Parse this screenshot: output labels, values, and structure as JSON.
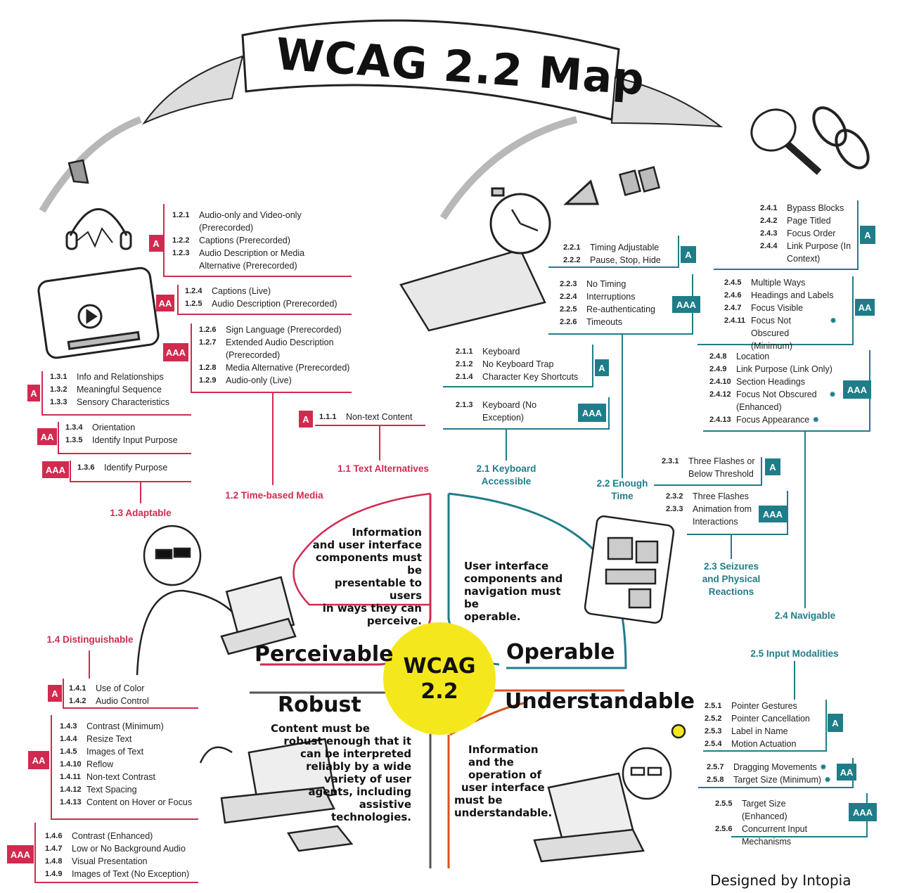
{
  "title": "WCAG 2.2 Map",
  "center": {
    "line1": "WCAG",
    "line2": "2.2"
  },
  "credit": "Designed by Intopia",
  "colors": {
    "perceivable": "#d22a4f",
    "operable": "#1f7d89",
    "understandable": "#d7531e",
    "robust": "#555555",
    "center": "#f4e81c"
  },
  "quadrants": {
    "perceivable": {
      "title": "Perceivable",
      "text": [
        "Information",
        "and user interface",
        "components must be",
        "presentable to users",
        "in ways they can",
        "perceive."
      ]
    },
    "operable": {
      "title": "Operable",
      "text": [
        "User interface",
        "components and",
        "navigation must be",
        "operable."
      ]
    },
    "robust": {
      "title": "Robust",
      "text": [
        "Content must be",
        "robust enough that it",
        "can be interpreted",
        "reliably by a wide",
        "variety of user",
        "agents, including",
        "assistive",
        "technologies."
      ]
    },
    "understandable": {
      "title": "Understandable",
      "text": [
        "Information",
        "and the",
        "operation of",
        "user interface",
        "must be",
        "understandable."
      ]
    }
  },
  "categories": {
    "c11": "1.1 Text Alternatives",
    "c12": "1.2 Time-based Media",
    "c13": "1.3 Adaptable",
    "c14": "1.4 Distinguishable",
    "c21": [
      "2.1 Keyboard",
      "Accessible"
    ],
    "c22": [
      "2.2 Enough",
      "Time"
    ],
    "c23": [
      "2.3 Seizures",
      "and Physical",
      "Reactions"
    ],
    "c24": "2.4 Navigable",
    "c25": "2.5 Input Modalities"
  },
  "groups": {
    "g121": {
      "level": "A",
      "items": [
        {
          "code": "1.2.1",
          "label": "Audio-only and Video-only (Prerecorded)"
        },
        {
          "code": "1.2.2",
          "label": "Captions (Prerecorded)"
        },
        {
          "code": "1.2.3",
          "label": "Audio Description or Media Alternative (Prerecorded)"
        }
      ]
    },
    "g124": {
      "level": "AA",
      "items": [
        {
          "code": "1.2.4",
          "label": "Captions (Live)"
        },
        {
          "code": "1.2.5",
          "label": "Audio Description (Prerecorded)"
        }
      ]
    },
    "g126": {
      "level": "AAA",
      "items": [
        {
          "code": "1.2.6",
          "label": "Sign Language (Prerecorded)"
        },
        {
          "code": "1.2.7",
          "label": "Extended Audio Description (Prerecorded)"
        },
        {
          "code": "1.2.8",
          "label": "Media Alternative (Prerecorded)"
        },
        {
          "code": "1.2.9",
          "label": "Audio-only (Live)"
        }
      ]
    },
    "g131": {
      "level": "A",
      "items": [
        {
          "code": "1.3.1",
          "label": "Info and Relationships"
        },
        {
          "code": "1.3.2",
          "label": "Meaningful Sequence"
        },
        {
          "code": "1.3.3",
          "label": "Sensory Characteristics"
        }
      ]
    },
    "g134": {
      "level": "AA",
      "items": [
        {
          "code": "1.3.4",
          "label": "Orientation"
        },
        {
          "code": "1.3.5",
          "label": "Identify Input Purpose"
        }
      ]
    },
    "g136": {
      "level": "AAA",
      "items": [
        {
          "code": "1.3.6",
          "label": "Identify Purpose"
        }
      ]
    },
    "g111": {
      "level": "A",
      "items": [
        {
          "code": "1.1.1",
          "label": "Non-text Content"
        }
      ]
    },
    "g141": {
      "level": "A",
      "items": [
        {
          "code": "1.4.1",
          "label": "Use of Color"
        },
        {
          "code": "1.4.2",
          "label": "Audio Control"
        }
      ]
    },
    "g143": {
      "level": "AA",
      "items": [
        {
          "code": "1.4.3",
          "label": "Contrast (Minimum)"
        },
        {
          "code": "1.4.4",
          "label": "Resize Text"
        },
        {
          "code": "1.4.5",
          "label": "Images of Text"
        },
        {
          "code": "1.4.10",
          "label": "Reflow"
        },
        {
          "code": "1.4.11",
          "label": "Non-text Contrast"
        },
        {
          "code": "1.4.12",
          "label": "Text Spacing"
        },
        {
          "code": "1.4.13",
          "label": "Content on Hover or Focus"
        }
      ]
    },
    "g146": {
      "level": "AAA",
      "items": [
        {
          "code": "1.4.6",
          "label": "Contrast (Enhanced)"
        },
        {
          "code": "1.4.7",
          "label": "Low or No Background Audio"
        },
        {
          "code": "1.4.8",
          "label": "Visual Presentation"
        },
        {
          "code": "1.4.9",
          "label": "Images of Text (No Exception)"
        }
      ]
    },
    "g211": {
      "level": "A",
      "items": [
        {
          "code": "2.1.1",
          "label": "Keyboard"
        },
        {
          "code": "2.1.2",
          "label": "No Keyboard Trap"
        },
        {
          "code": "2.1.4",
          "label": "Character Key Shortcuts"
        }
      ]
    },
    "g213": {
      "level": "AAA",
      "items": [
        {
          "code": "2.1.3",
          "label": "Keyboard (No Exception)"
        }
      ]
    },
    "g221": {
      "level": "A",
      "items": [
        {
          "code": "2.2.1",
          "label": "Timing Adjustable"
        },
        {
          "code": "2.2.2",
          "label": "Pause, Stop, Hide"
        }
      ]
    },
    "g223": {
      "level": "AAA",
      "items": [
        {
          "code": "2.2.3",
          "label": "No Timing"
        },
        {
          "code": "2.2.4",
          "label": "Interruptions"
        },
        {
          "code": "2.2.5",
          "label": "Re-authenticating"
        },
        {
          "code": "2.2.6",
          "label": "Timeouts"
        }
      ]
    },
    "g231": {
      "level": "A",
      "items": [
        {
          "code": "2.3.1",
          "label": "Three Flashes or Below Threshold"
        }
      ]
    },
    "g232": {
      "level": "AAA",
      "items": [
        {
          "code": "2.3.2",
          "label": "Three Flashes"
        },
        {
          "code": "2.3.3",
          "label": "Animation from Interactions"
        }
      ]
    },
    "g241": {
      "level": "A",
      "items": [
        {
          "code": "2.4.1",
          "label": "Bypass Blocks"
        },
        {
          "code": "2.4.2",
          "label": "Page Titled"
        },
        {
          "code": "2.4.3",
          "label": "Focus Order"
        },
        {
          "code": "2.4.4",
          "label": "Link Purpose (In Context)"
        }
      ]
    },
    "g245": {
      "level": "AA",
      "items": [
        {
          "code": "2.4.5",
          "label": "Multiple Ways"
        },
        {
          "code": "2.4.6",
          "label": "Headings and Labels"
        },
        {
          "code": "2.4.7",
          "label": "Focus Visible"
        },
        {
          "code": "2.4.11",
          "label": "Focus Not Obscured (Minimum)",
          "new": true
        }
      ]
    },
    "g248": {
      "level": "AAA",
      "items": [
        {
          "code": "2.4.8",
          "label": "Location"
        },
        {
          "code": "2.4.9",
          "label": "Link Purpose (Link Only)"
        },
        {
          "code": "2.4.10",
          "label": "Section Headings"
        },
        {
          "code": "2.4.12",
          "label": "Focus Not Obscured (Enhanced)",
          "new": true
        },
        {
          "code": "2.4.13",
          "label": "Focus Appearance",
          "new": true
        }
      ]
    },
    "g251": {
      "level": "A",
      "items": [
        {
          "code": "2.5.1",
          "label": "Pointer Gestures"
        },
        {
          "code": "2.5.2",
          "label": "Pointer Cancellation"
        },
        {
          "code": "2.5.3",
          "label": "Label in Name"
        },
        {
          "code": "2.5.4",
          "label": "Motion Actuation"
        }
      ]
    },
    "g257": {
      "level": "AA",
      "items": [
        {
          "code": "2.5.7",
          "label": "Dragging Movements",
          "new": true
        },
        {
          "code": "2.5.8",
          "label": "Target Size (Minimum)",
          "new": true
        }
      ]
    },
    "g255": {
      "level": "AAA",
      "items": [
        {
          "code": "2.5.5",
          "label": "Target Size (Enhanced)"
        },
        {
          "code": "2.5.6",
          "label": "Concurrent Input Mechanisms"
        }
      ]
    }
  }
}
